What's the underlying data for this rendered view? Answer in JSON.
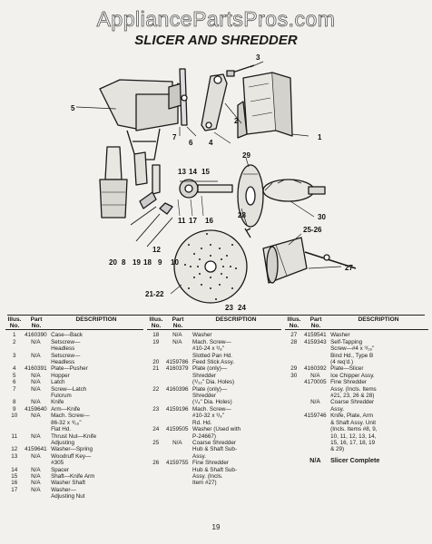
{
  "watermark": "AppliancePartsPros.com",
  "title": "SLICER AND SHREDDER",
  "callouts": [
    "1",
    "2",
    "3",
    "4",
    "5",
    "6",
    "7",
    "8",
    "9",
    "10",
    "11",
    "12",
    "13",
    "14",
    "15",
    "16",
    "17",
    "18",
    "19",
    "20",
    "21-22",
    "23",
    "24",
    "25-26",
    "27",
    "28",
    "29",
    "30"
  ],
  "table_headers": {
    "no": "Illus.\nNo.",
    "part": "Part\nNo.",
    "desc": "DESCRIPTION"
  },
  "columns": [
    [
      {
        "no": "1",
        "part": "4160390",
        "desc": "Case—Back"
      },
      {
        "no": "2",
        "part": "N/A",
        "desc": "Setscrew—\nHeadless"
      },
      {
        "no": "3",
        "part": "N/A",
        "desc": "Setscrew—\nHeadless"
      },
      {
        "no": "4",
        "part": "4160391",
        "desc": "Plate—Pusher"
      },
      {
        "no": "5",
        "part": "N/A",
        "desc": "Hopper"
      },
      {
        "no": "6",
        "part": "N/A",
        "desc": "Latch"
      },
      {
        "no": "7",
        "part": "N/A",
        "desc": "Screw—Latch\nFulcrum"
      },
      {
        "no": "8",
        "part": "N/A",
        "desc": "Knife"
      },
      {
        "no": "9",
        "part": "4159640",
        "desc": "Arm—Knife"
      },
      {
        "no": "10",
        "part": "N/A",
        "desc": "Mach. Screw—\n86-32 x ³/₁₆\"\nFlat Hd."
      },
      {
        "no": "11",
        "part": "N/A",
        "desc": "Thrust Nut—Knife\nAdjusting"
      },
      {
        "no": "12",
        "part": "4159641",
        "desc": "Washer—Spring"
      },
      {
        "no": "13",
        "part": "N/A",
        "desc": "Woodruff Key—\n#305"
      },
      {
        "no": "14",
        "part": "N/A",
        "desc": "Spacer"
      },
      {
        "no": "15",
        "part": "N/A",
        "desc": "Shaft—Knife Arm"
      },
      {
        "no": "16",
        "part": "N/A",
        "desc": "Washer Shaft"
      },
      {
        "no": "17",
        "part": "N/A",
        "desc": "Washer—\nAdjusting Nut"
      }
    ],
    [
      {
        "no": "18",
        "part": "N/A",
        "desc": "Washer"
      },
      {
        "no": "19",
        "part": "N/A",
        "desc": "Mach. Screw—\n#10-24 x ³/₈\"\nSlotted Pan Hd."
      },
      {
        "no": "20",
        "part": "4159786",
        "desc": "Feed Stick Assy."
      },
      {
        "no": "21",
        "part": "4160379",
        "desc": "Plate (only)—\nShredder\n(³/₃₂\" Dia. Holes)"
      },
      {
        "no": "22",
        "part": "4160396",
        "desc": "Plate (only)—\nShredder\n(¹/₄\" Dia. Holes)"
      },
      {
        "no": "23",
        "part": "4159196",
        "desc": "Mach. Screw—\n#10-32 x ³/₈\"\nRd. Hd."
      },
      {
        "no": "24",
        "part": "4159505",
        "desc": "Washer (Used with\nP-24667)"
      },
      {
        "no": "25",
        "part": "N/A",
        "desc": "Coarse Shredder\nHub & Shaft Sub-\nAssy."
      },
      {
        "no": "26",
        "part": "4159755",
        "desc": "Fine Shredder\nHub & Shaft Sub-\nAssy. (Incls.\nItem #27)"
      }
    ],
    [
      {
        "no": "27",
        "part": "4159541",
        "desc": "Washer"
      },
      {
        "no": "28",
        "part": "4159343",
        "desc": "Self-Tapping\nScrew—#4 x ³/₁₆\"\nBind Hd., Type B\n(4 req'd.)"
      },
      {
        "no": "29",
        "part": "4160392",
        "desc": "Plate—Slicer"
      },
      {
        "no": "30",
        "part": "N/A",
        "desc": "Ice Chipper Assy."
      },
      {
        "no": "",
        "part": "4170005",
        "desc": "Fine Shredder\nAssy. (Incls. Items\n#21, 23, 26 & 28)"
      },
      {
        "no": "",
        "part": "N/A",
        "desc": "Coarse Shredder\nAssy."
      },
      {
        "no": "",
        "part": "4159746",
        "desc": "Knife, Plate, Arm\n& Shaft Assy. Unit\n(Incls. Items #8, 9,\n10, 11, 12, 13, 14,\n15, 16, 17, 18, 19\n& 29)"
      },
      {
        "no": "",
        "part": "N/A",
        "desc": "Slicer Complete",
        "emphasis": true
      }
    ]
  ],
  "page_number": "19"
}
